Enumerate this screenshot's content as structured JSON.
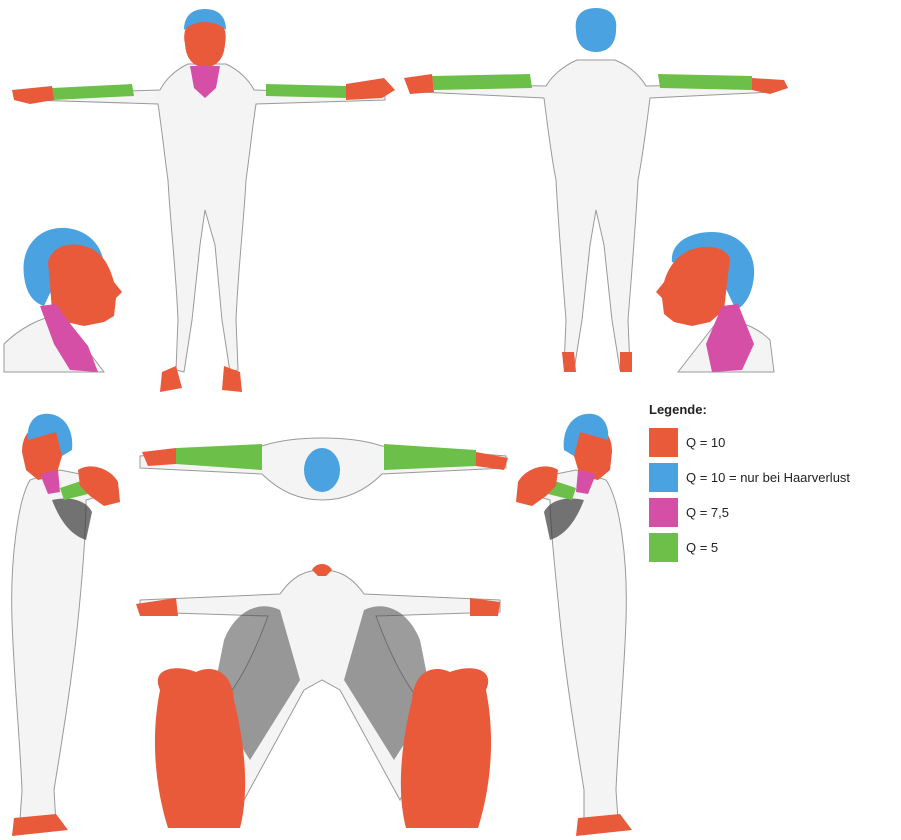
{
  "legend": {
    "title": "Legende:",
    "items": [
      {
        "key": "q10",
        "label": "Q = 10",
        "color": "#e85a3a"
      },
      {
        "key": "q10_hair",
        "label": "Q = 10 = nur bei Haarverlust",
        "color": "#4aa3e0"
      },
      {
        "key": "q75",
        "label": "Q = 7,5",
        "color": "#d64fa6"
      },
      {
        "key": "q5",
        "label": "Q = 5",
        "color": "#6cc04a"
      }
    ]
  },
  "colors": {
    "body": "#f4f4f4",
    "outline": "#9a9a9a",
    "shade": "#333333"
  }
}
